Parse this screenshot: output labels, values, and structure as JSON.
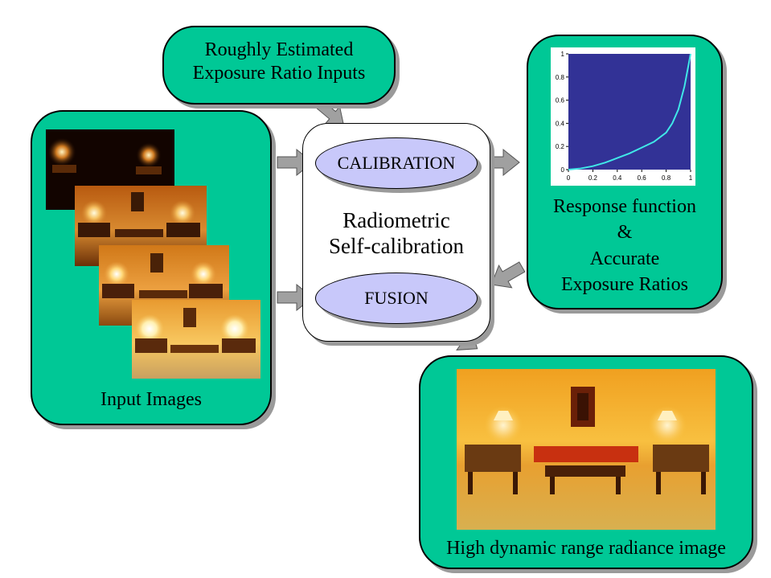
{
  "top_box": {
    "line1": "Roughly Estimated",
    "line2": "Exposure Ratio Inputs"
  },
  "input_box": {
    "label": "Input Images"
  },
  "center": {
    "calibration": "CALIBRATION",
    "title_line1": "Radiometric",
    "title_line2": "Self-calibration",
    "fusion": "FUSION"
  },
  "response_box": {
    "line1": "Response function",
    "line2": "&",
    "line3": "Accurate",
    "line4": "Exposure Ratios",
    "chart_data": {
      "type": "line",
      "x": [
        0,
        0.1,
        0.2,
        0.3,
        0.4,
        0.5,
        0.6,
        0.7,
        0.8,
        0.85,
        0.9,
        0.95,
        1.0
      ],
      "y": [
        0,
        0.01,
        0.03,
        0.06,
        0.1,
        0.14,
        0.19,
        0.24,
        0.32,
        0.4,
        0.52,
        0.72,
        1.0
      ],
      "xticks": [
        "0",
        "0.2",
        "0.4",
        "0.6",
        "0.8",
        "1"
      ],
      "yticks": [
        "0",
        "0.2",
        "0.4",
        "0.6",
        "0.8",
        "1"
      ],
      "xlim": [
        0,
        1
      ],
      "ylim": [
        0,
        1
      ],
      "background": "#323296",
      "line_color": "#40e8e8"
    }
  },
  "hdr_box": {
    "label": "High dynamic range radiance image"
  }
}
